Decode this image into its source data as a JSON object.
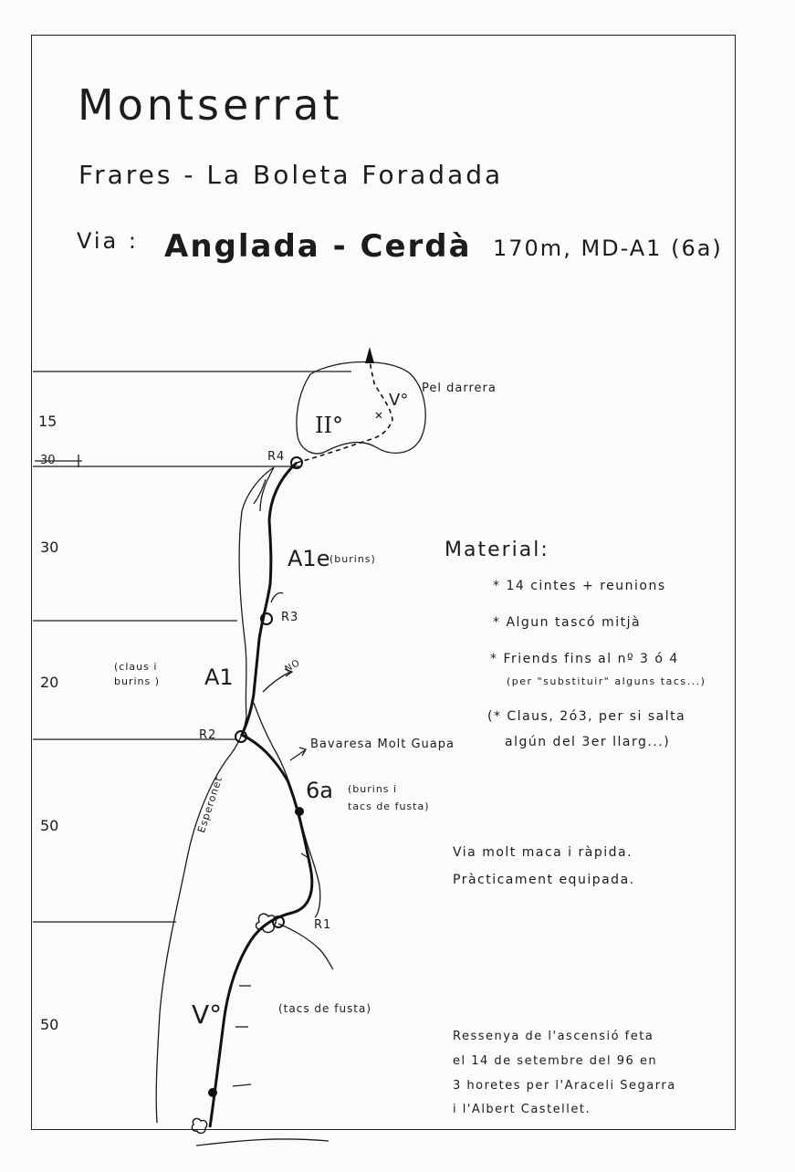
{
  "header": {
    "title": "Montserrat",
    "subtitle": "Frares - La Boleta Foradada",
    "via_label": "Via :",
    "route_name": "Anglada - Cerdà",
    "route_grade": "170m, MD-A1 (6a)"
  },
  "pitch_lengths": [
    "15",
    "30",
    "30",
    "20",
    "50",
    "50"
  ],
  "scale_mark": "30",
  "belays": [
    "R1",
    "R2",
    "R3",
    "R4"
  ],
  "grades": {
    "summit": "II°",
    "summit_back": "V°",
    "pitch3": "A1e",
    "pitch2_upper": "A1",
    "pitch2_lower": "6a",
    "pitch1": "V°"
  },
  "annotations": {
    "pel_darrera": "Pel darrera",
    "burins": "(burins)",
    "claus_burins": [
      "(claus i",
      "burins )"
    ],
    "no": "NO",
    "bavaresa": "Bavaresa Molt Guapa",
    "burins_tacs": [
      "(burins i",
      "tacs de fusta)"
    ],
    "esperonet": "Esperonet",
    "tacs_fusta": "(tacs de fusta)"
  },
  "material": {
    "title": "Material:",
    "items": [
      "* 14 cintes + reunions",
      "* Algun tascó mitjà",
      "* Friends fins al nº 3 ó 4",
      "(per \"substituir\" alguns tacs...)",
      "(* Claus, 2ó3, per si salta",
      "algún del 3er llarg...)"
    ]
  },
  "notes": {
    "quick": [
      "Via molt maca i ràpida.",
      "Pràcticament equipada."
    ],
    "ascent": [
      "Ressenya de l'ascensió feta",
      "el 14 de setembre del 96 en",
      "3 horetes per l'Araceli Segarra",
      "i l'Albert Castellet."
    ]
  },
  "colors": {
    "ink": "#1c1c1c",
    "paper": "#fbfbf9"
  }
}
